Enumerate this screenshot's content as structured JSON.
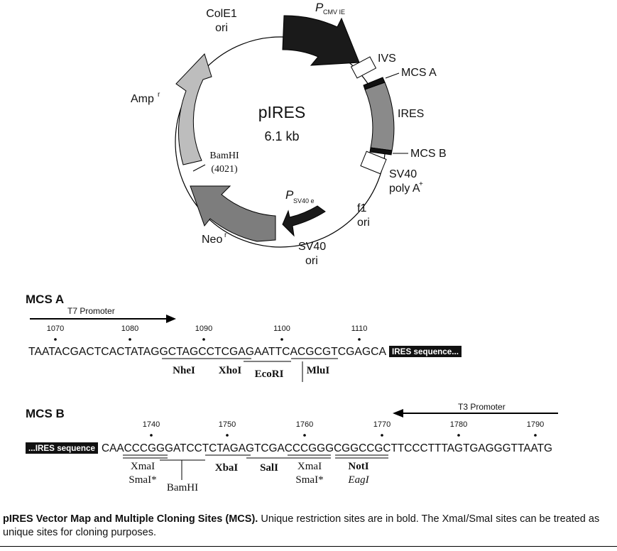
{
  "plasmid": {
    "name": "pIRES",
    "size": "6.1 kb"
  },
  "map_labels": {
    "cmv_p": "P",
    "cmv_sub": "CMV IE",
    "ivs": "IVS",
    "mcs_a": "MCS A",
    "ires": "IRES",
    "mcs_b": "MCS B",
    "sv40_polya": "SV40",
    "sv40_polya2": "poly A",
    "sv40_polya_sup": "+",
    "f1": "f1",
    "f1_2": "ori",
    "sv40e_p": "P",
    "sv40e_sub": "SV40 e",
    "sv40ori": "SV40",
    "sv40ori_2": "ori",
    "neo": "Neo",
    "neo_sup": "r",
    "amp": "Amp",
    "amp_sup": "r",
    "cole1": "ColE1",
    "cole1_2": "ori",
    "bamhi": "BamHI",
    "bamhi_pos": "(4021)"
  },
  "mcs_a": {
    "title": "MCS A",
    "promoter": "T7 Promoter",
    "ticks": [
      "1070",
      "1080",
      "1090",
      "1100",
      "1110"
    ],
    "seq1": "TAATACGACTCACTATAG",
    "seq2": "GCTAGC",
    "seq3": "CTCGAG",
    "seq4": "AATTC",
    "seq5": "ACGCGT",
    "seq6": "CGAGCA",
    "tail_box": "IRES sequence...",
    "enzymes": [
      "NheI",
      "XhoI",
      "EcoRI",
      "MluI"
    ]
  },
  "mcs_b": {
    "title": "MCS B",
    "promoter": "T3 Promoter",
    "ticks": [
      "1740",
      "1750",
      "1760",
      "1770",
      "1780",
      "1790"
    ],
    "head_box": "...IRES sequence",
    "seq1": "CAA",
    "seq2": "CCCGGG",
    "seq3": "ATCC",
    "seq4": "TCTAGA",
    "seq5": "GTCGAC",
    "seq6": "CCGGG",
    "seq7": "CGGCCGC",
    "seq8": "TTCCCTTTAGTGAGGGTTAATG",
    "enzymes": {
      "xmai_1": "XmaI",
      "smai_1": "SmaI*",
      "bamhi": "BamHI",
      "xbai": "XbaI",
      "sali": "SalI",
      "xmai_2": "XmaI",
      "smai_2": "SmaI*",
      "noti": "NotI",
      "eagi": "EagI"
    }
  },
  "caption": {
    "bold": "pIRES Vector Map and Multiple Cloning Sites (MCS).",
    "text": " Unique restriction sites are in bold. The XmaI/SmaI sites can be treated as unique sites for cloning purposes."
  }
}
